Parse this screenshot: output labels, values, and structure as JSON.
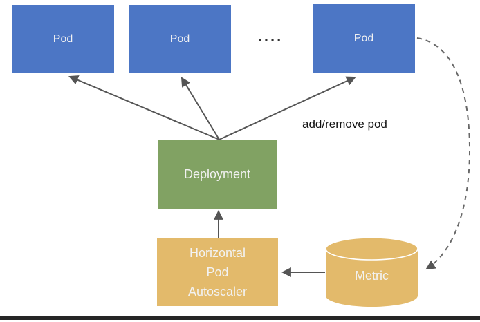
{
  "diagram": {
    "pods": [
      {
        "label": "Pod"
      },
      {
        "label": "Pod"
      },
      {
        "label": "Pod"
      }
    ],
    "ellipsis": "....",
    "deployment": {
      "label": "Deployment"
    },
    "hpa": {
      "label": "Horizontal Pod Autoscaler",
      "lines": [
        "Horizontal",
        "Pod",
        "Autoscaler"
      ]
    },
    "metric": {
      "label": "Metric"
    },
    "annotations": {
      "add_remove_pod": "add/remove pod"
    },
    "colors": {
      "pod": "#4c76c5",
      "deployment": "#81a263",
      "hpa": "#e3ba6b",
      "metric": "#e3ba6b",
      "arrow": "#555555",
      "dashed": "#686868",
      "box_text": "#f2f2f2",
      "annotation": "#111111",
      "bottom_bar": "#262626"
    }
  }
}
